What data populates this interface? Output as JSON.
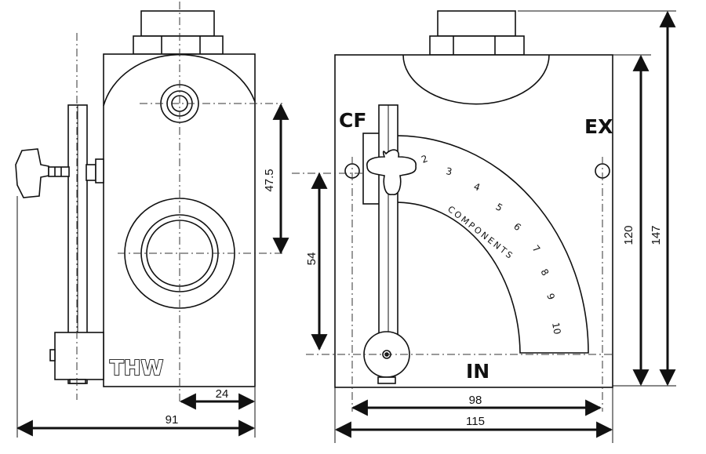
{
  "labels": {
    "brand": "THW",
    "cf": "CF",
    "ex": "EX",
    "in": "IN",
    "components": "COMPONENTS"
  },
  "scale_marks": [
    "2",
    "3",
    "4",
    "5",
    "6",
    "7",
    "8",
    "9",
    "10"
  ],
  "dimensions": {
    "d_47_5": "47.5",
    "d_54": "54",
    "d_24": "24",
    "d_91": "91",
    "d_98": "98",
    "d_115": "115",
    "d_120": "120",
    "d_147": "147"
  },
  "colors": {
    "line": "#111111",
    "body": "#ffffff",
    "centerline": "#333333"
  }
}
